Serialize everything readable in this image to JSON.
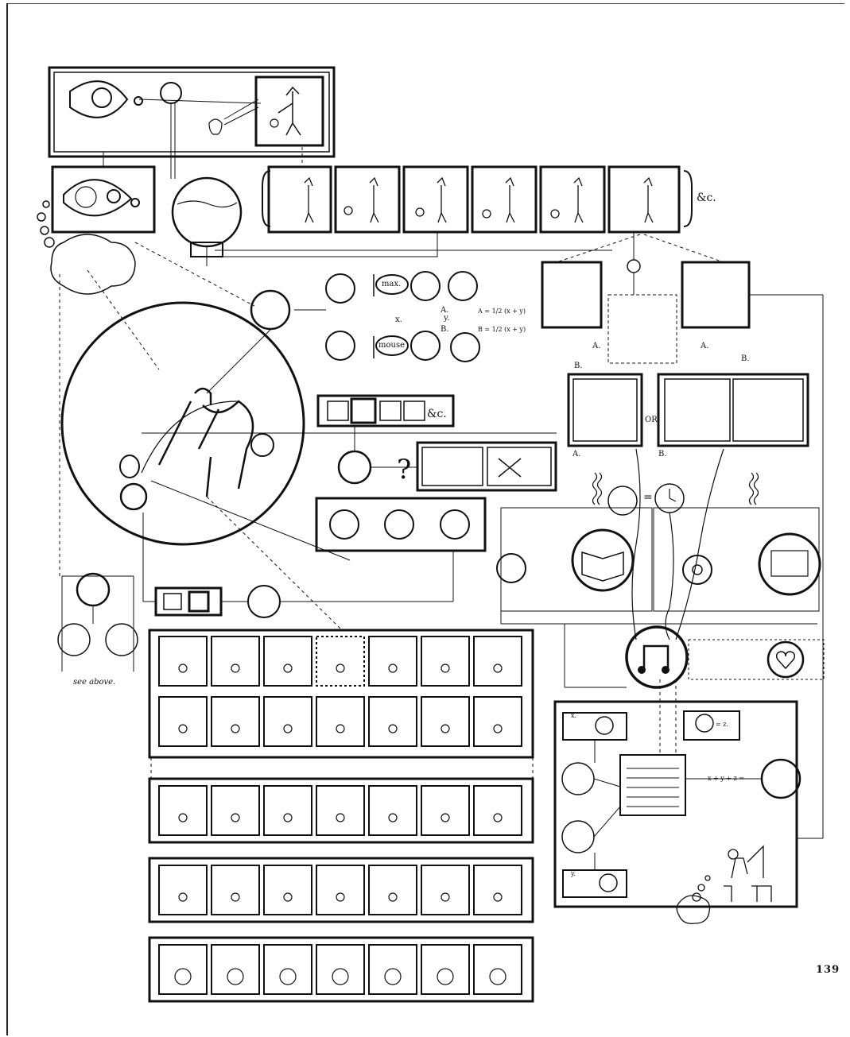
{
  "page_number": "139",
  "caption_see_above": "see above.",
  "etc_top": "&c.",
  "etc_mid": "&c.",
  "question": "?",
  "or_label": "OR",
  "formula": {
    "max": "max.",
    "mouse": "mouse",
    "x": "x.",
    "y": "y.",
    "a": "A.",
    "b": "B.",
    "eq_a": "A = 1/2 (x + y)",
    "eq_b": "B = 1/2 (x + y)"
  },
  "labels": {
    "a_left": "A.",
    "a_right": "A.",
    "b_right": "B.",
    "b_mid": "B.",
    "a_bottom": "A.",
    "b_bottom": "B."
  },
  "equals": "=",
  "score": {
    "x_label": "x.",
    "y_label": "y.",
    "z_label": "= z.",
    "sum": "x + y + z ="
  },
  "icons": {
    "bulb": "light-bulb-icon",
    "brain": "brain-icon",
    "eye": "eye-icon",
    "book": "open-book-icon",
    "stage": "theater-stage-icon",
    "heart": "heart-icon",
    "music": "musical-note-icon",
    "clock": "clock-icon"
  }
}
